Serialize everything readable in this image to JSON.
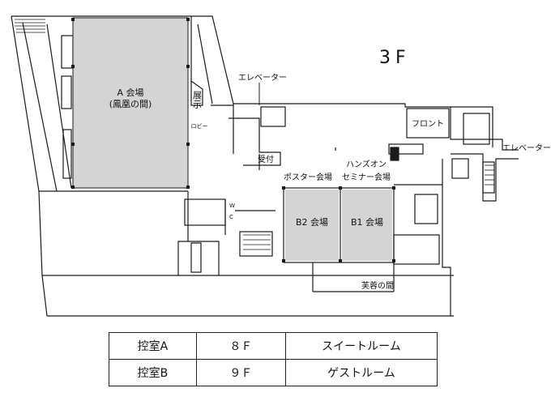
{
  "floor_label": "3F",
  "rooms": {
    "hall_a": {
      "line1": "A 会場",
      "line2": "(鳳凰の間)"
    },
    "exhibit": "展示",
    "lobby": "ロビー",
    "elevator_left": "エレベーター",
    "elevator_right": "エレベーター",
    "front": "フロント",
    "reception": "受付",
    "poster_hall": "ポスター会場",
    "handson_line1": "ハンズオン",
    "handson_line2": "セミナー会場",
    "b2": "B2 会場",
    "b1": "B1 会場",
    "wc_w": "W",
    "wc_c": "C",
    "fuyou": "芙蓉の間"
  },
  "waiting_rooms": [
    {
      "name": "控室A",
      "floor": "８Ｆ",
      "room": "スイートルーム"
    },
    {
      "name": "控室B",
      "floor": "９Ｆ",
      "room": "ゲストルーム"
    }
  ],
  "colors": {
    "hall_fill": "#d4d4d4",
    "line": "#1a1a1a"
  }
}
